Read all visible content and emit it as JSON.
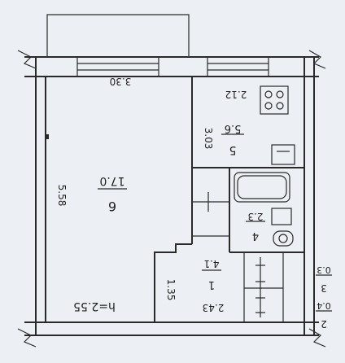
{
  "plan": {
    "rooms": [
      {
        "id": "room-6",
        "number": "6",
        "area": "17.0"
      },
      {
        "id": "room-5",
        "number": "5",
        "area": "5.6"
      },
      {
        "id": "room-4",
        "number": "4",
        "area": "2.3"
      },
      {
        "id": "room-1",
        "number": "1",
        "area": "4.1"
      },
      {
        "id": "room-3",
        "number": "3",
        "area": "0.3"
      },
      {
        "id": "room-2",
        "number": "2",
        "area": "0.4"
      }
    ],
    "dimensions": {
      "living_width": "3.30",
      "living_length": "5.58",
      "kitchen_width": "2.12",
      "kitchen_length": "3.03",
      "hall_width": "2.43",
      "hall_depth": "1.35"
    },
    "ceiling_height": "h=2.55"
  }
}
